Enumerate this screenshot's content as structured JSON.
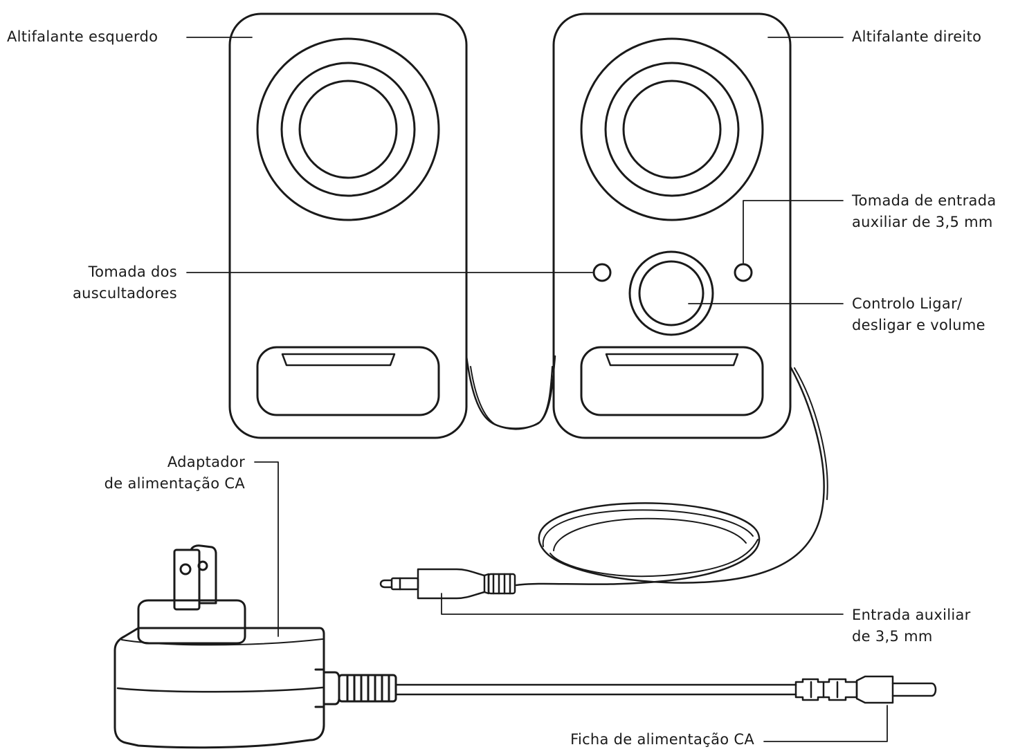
{
  "labels": {
    "left_speaker": [
      "Altifalante esquerdo"
    ],
    "right_speaker": [
      "Altifalante direito"
    ],
    "aux_jack": [
      "Tomada de entrada",
      "auxiliar de 3,5 mm"
    ],
    "headphone_jack": [
      "Tomada dos",
      "auscultadores"
    ],
    "power_volume": [
      "Controlo Ligar/",
      "desligar e volume"
    ],
    "adapter": [
      "Adaptador",
      "de alimentação CA"
    ],
    "aux_input": [
      "Entrada auxiliar",
      "de 3,5 mm"
    ],
    "ac_plug": [
      "Ficha de alimentação CA"
    ]
  },
  "colors": {
    "stroke": "#1a1a1a",
    "background": "#ffffff"
  }
}
